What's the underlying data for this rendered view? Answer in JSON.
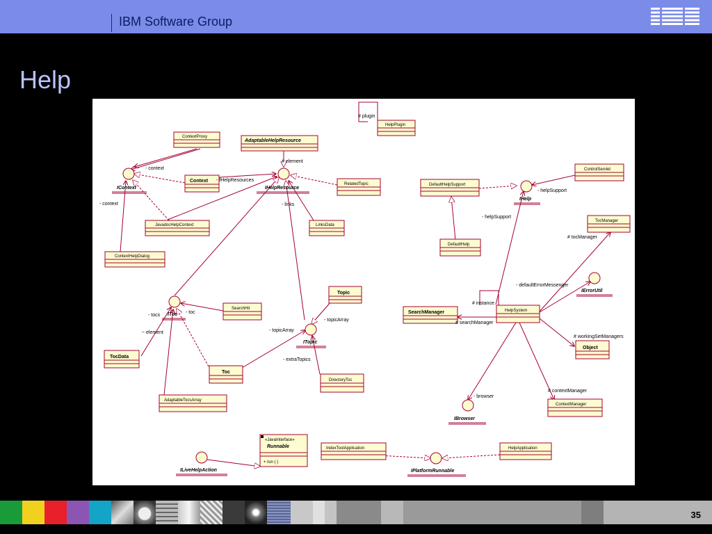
{
  "header": {
    "group": "IBM Software Group",
    "logo_text": "IBM"
  },
  "slide": {
    "title": "Help",
    "page_number": "35"
  },
  "diagram": {
    "classes": [
      {
        "id": "ContextProxy",
        "name": "ContextProxy",
        "style": "normal"
      },
      {
        "id": "AdaptableHelpResource",
        "name": "AdaptableHelpResource",
        "style": "interface"
      },
      {
        "id": "Context",
        "name": "Context",
        "style": "bold"
      },
      {
        "id": "RelatedTopic",
        "name": "RelatedTopic",
        "style": "normal"
      },
      {
        "id": "JavadocHelpContext",
        "name": "JavadocHelpContext",
        "style": "normal"
      },
      {
        "id": "LinksData",
        "name": "LinksData",
        "style": "normal"
      },
      {
        "id": "ContextHelpDialog",
        "name": "ContextHelpDialog",
        "style": "normal"
      },
      {
        "id": "HelpPlugin",
        "name": "HelpPlugin",
        "style": "normal"
      },
      {
        "id": "DefaultHelpSupport",
        "name": "DefaultHelpSupport",
        "style": "normal"
      },
      {
        "id": "ControlServlet",
        "name": "ControlServlet",
        "style": "normal"
      },
      {
        "id": "DefaultHelp",
        "name": "DefaultHelp",
        "style": "normal"
      },
      {
        "id": "TocManager",
        "name": "TocManager",
        "style": "normal"
      },
      {
        "id": "SearchHit",
        "name": "SearchHit",
        "style": "normal"
      },
      {
        "id": "Topic",
        "name": "Topic",
        "style": "bold"
      },
      {
        "id": "SearchManager",
        "name": "SearchManager",
        "style": "bold"
      },
      {
        "id": "HelpSystem",
        "name": "HelpSystem",
        "style": "normal"
      },
      {
        "id": "TocData",
        "name": "TocData",
        "style": "bold"
      },
      {
        "id": "Toc",
        "name": "Toc",
        "style": "bold"
      },
      {
        "id": "Object",
        "name": "Object",
        "style": "bold"
      },
      {
        "id": "DirectoryToc",
        "name": "DirectoryToc",
        "style": "normal"
      },
      {
        "id": "AdaptableTocsArray",
        "name": "AdaptableTocsArray",
        "style": "normal"
      },
      {
        "id": "ContextManager",
        "name": "ContextManager",
        "style": "normal"
      },
      {
        "id": "Runnable",
        "name": "Runnable",
        "style": "interface",
        "stereotype": "«JavaInterface»",
        "operation": "+ run (   )"
      },
      {
        "id": "IndexToolApplication",
        "name": "IndexToolApplication",
        "style": "normal"
      },
      {
        "id": "HelpApplication",
        "name": "HelpApplication",
        "style": "normal"
      }
    ],
    "interfaces": [
      {
        "id": "IContext",
        "name": "IContext"
      },
      {
        "id": "IHelpResource",
        "name": "IHelpResource"
      },
      {
        "id": "IHelp",
        "name": "IHelp"
      },
      {
        "id": "IErrorUtil",
        "name": "IErrorUtil"
      },
      {
        "id": "IToc",
        "name": "IToc"
      },
      {
        "id": "ITopic",
        "name": "ITopic"
      },
      {
        "id": "IBrowser",
        "name": "IBrowser"
      },
      {
        "id": "ILiveHelpAction",
        "name": "ILiveHelpAction"
      },
      {
        "id": "IPlatformRunnable",
        "name": "IPlatformRunnable"
      }
    ],
    "roles": {
      "plugin": "# plugin",
      "context": "- context",
      "context2": "- context",
      "element": "# element",
      "fHelpResources": "- fHelpResources",
      "links": "- links",
      "helpSupport1": "- helpSupport",
      "helpSupport2": "- helpSupport",
      "tocManager": "# tocManager",
      "defaultErrorMessenger": "- defaultErrorMessenger",
      "instance": "# instance",
      "searchManager": "# searchManager",
      "workingSetManagers": "# workingSetManagers",
      "contextManager": "# contextManager",
      "browser": "- browser",
      "tocs": "- tocs",
      "toc": "- toc",
      "element2": "~ element",
      "topicArray1": "- topicArray",
      "topicArray2": "- topicArray",
      "extraTopics": "- extraTopics"
    }
  },
  "colors": {
    "header_bg": "#7b8be8",
    "title": "#b8c2ff",
    "class_fill": "#fdfbd0",
    "class_stroke": "#a40030"
  }
}
